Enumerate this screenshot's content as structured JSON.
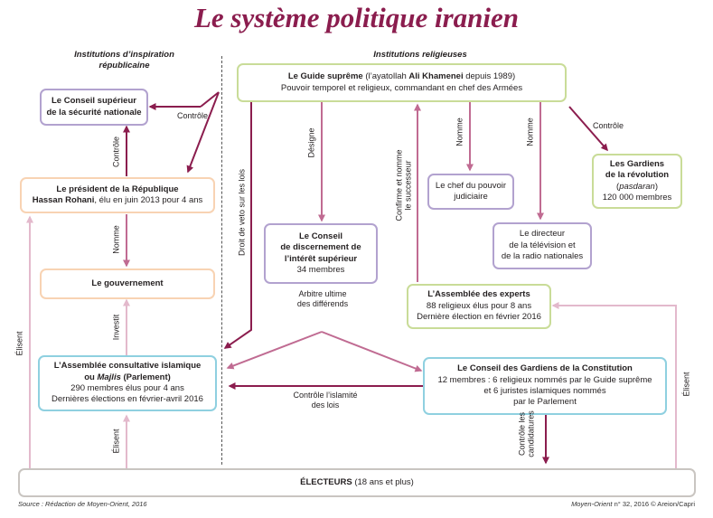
{
  "title": "Le système politique iranien",
  "sections": {
    "left": [
      "Institutions d’inspiration",
      "républicaine"
    ],
    "right": "Institutions religieuses"
  },
  "boxes": {
    "guide": {
      "l1a": "Le Guide suprême",
      "l1b": " (l’ayatollah ",
      "l1c": "Ali Khamenei",
      "l1d": " depuis 1989)",
      "l2": "Pouvoir temporel et religieux, commandant en chef des Armées"
    },
    "conseil_securite": [
      "Le Conseil supérieur",
      "de la sécurité nationale"
    ],
    "president": {
      "l1": "Le président de la République",
      "l2a": "Hassan Rohani",
      "l2b": ", élu en juin 2013 pour 4 ans"
    },
    "gouvernement": "Le gouvernement",
    "assemblee_consultative": {
      "l1": "L’Assemblée consultative islamique",
      "l2a": "ou ",
      "l2b": "Majlis",
      "l2c": " (Parlement)",
      "l3": "290 membres élus pour 4 ans",
      "l4": "Dernières élections en février-avril 2016"
    },
    "conseil_discernement": {
      "l1": "Le Conseil",
      "l2": "de discernement de",
      "l3": "l’intérêt supérieur",
      "l4": "34 membres"
    },
    "chef_judiciaire": [
      "Le chef du pouvoir",
      "judiciaire"
    ],
    "directeur_tv": [
      "Le directeur",
      "de la télévision et",
      "de la radio nationales"
    ],
    "gardiens_revolution": {
      "l1": "Les Gardiens",
      "l2": "de la révolution",
      "l3": "pasdaran",
      "l4": "120 000 membres"
    },
    "assemblee_experts": {
      "l1": "L’Assemblée des experts",
      "l2": "88 religieux élus pour 8 ans",
      "l3": "Dernière élection en février 2016"
    },
    "conseil_gardiens": {
      "l1": "Le Conseil des Gardiens de la Constitution",
      "l2": "12 membres : 6 religieux nommés par le Guide suprême",
      "l3": "et 6 juristes islamiques nommés",
      "l4": "par le Parlement"
    },
    "electeurs": {
      "a": "ÉLECTEURS",
      "b": " (18 ans et plus)"
    }
  },
  "labels": {
    "controle_1": "Contrôle",
    "controle_2": "Contrôle",
    "controle_3": "Contrôle",
    "nomme_1": "Nomme",
    "nomme_2": "Nomme",
    "nomme_3": "Nomme",
    "investit": "Investit",
    "elisent_1": "Élisent",
    "elisent_2": "Élisent",
    "elisent_3": "Élisent",
    "droit_veto": "Droit de veto sur les lois",
    "designe": "Désigne",
    "confirme": [
      "Confirme et nomme",
      "le successeur"
    ],
    "arbitre": [
      "Arbitre ultime",
      "des différends"
    ],
    "controle_islamite": [
      "Contrôle l’islamité",
      "des lois"
    ],
    "controle_candidatures": [
      "Contrôle les",
      "candidatures"
    ]
  },
  "footer": {
    "source_a": "Source : ",
    "source_b": "Rédaction de Moyen-Orient, 2016",
    "credit_a": "Moyen-Orient",
    "credit_b": " n° 32, 2016 © Areion/Capri"
  },
  "colors": {
    "title": "#8b1d4e",
    "arrow_dark": "#8b1d4e",
    "arrow_medium": "#c06b92",
    "arrow_light": "#e3b9cc",
    "purple_box": "#b2a2cf",
    "green_box": "#c9dc98",
    "orange_box": "#f8d3b3",
    "blue_box": "#8fd0e0",
    "grey_box": "#c9c5c1"
  }
}
